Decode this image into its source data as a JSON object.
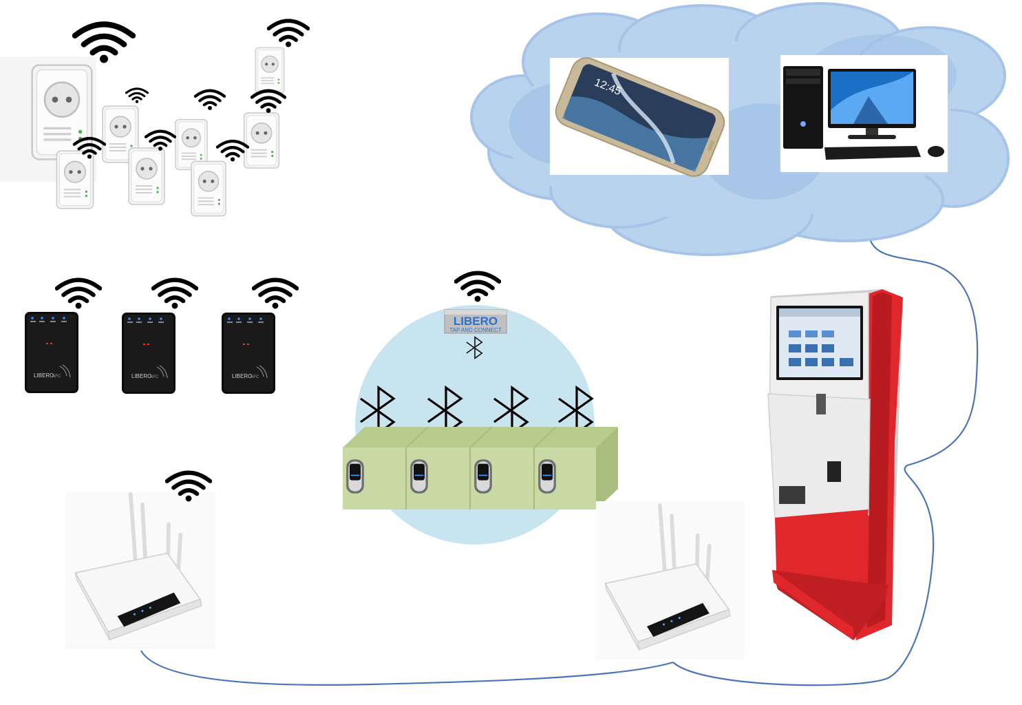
{
  "colors": {
    "cloud_fill": "#b9d3ee",
    "cloud_inner": "#9fc0e6",
    "cloud_edge": "#a7c4e8",
    "connector": "#4a74b8",
    "bt_bubble": "#c8e4ee",
    "bt_block_front": "#c8d9a4",
    "bt_block_top": "#b8cc8e",
    "bt_block_side": "#a9be7e",
    "kiosk_red": "#e0272b",
    "kiosk_white": "#eeeeee",
    "nfc_reader": "#111111",
    "wifi": "#000000"
  },
  "icons": {
    "wifi": "wifi-icon",
    "bluetooth": "bluetooth-icon",
    "smart_plug": "smart-plug-icon",
    "nfc_reader": "nfc-reader-icon",
    "router": "router-icon",
    "smartphone": "smartphone-icon",
    "desktop": "desktop-computer-icon",
    "kiosk": "kiosk-icon",
    "cloud": "cloud-icon"
  },
  "labels": {
    "libero_logo": "LIBERO",
    "libero_tagline": "TAP AND CONNECT",
    "nfc_reader_brand": "LIBERO",
    "nfc_reader_suffix": "NFC",
    "phone_time": "12:45",
    "bt_module_brand": "LIBERO"
  }
}
